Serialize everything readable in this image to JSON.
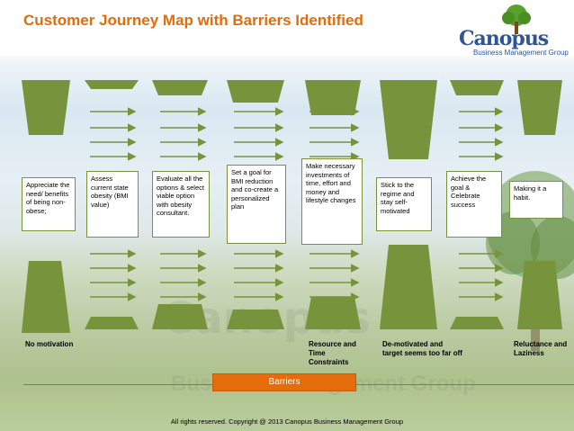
{
  "title": "Customer Journey Map with Barriers Identified",
  "logo": {
    "name": "Canopus",
    "subtitle": "Business Management Group"
  },
  "watermark": {
    "name": "Canopus",
    "subtitle": "Business Management Group"
  },
  "steps": [
    "Appreciate the need/ benefits of being non-obese;",
    "Assess current state obesity (BMI value)",
    "Evaluate all the options & select viable option with obesity consultant.",
    "Set a goal for BMI reduction and co-create a personalized plan",
    "Make necessary investments of time, effort and money and lifestyle changes",
    "Stick to the regime and stay self-motivated",
    "Achieve the goal & Celebrate success",
    "Making it a habit."
  ],
  "barrier_labels": [
    "No motivation",
    "Resource and Time Constraints",
    "De-motivated and target seems too far off",
    "Reluctance and Laziness"
  ],
  "barriers_button": "Barriers",
  "copyright": "All rights reserved. Copyright @ 2013 Canopus Business Management Group",
  "colors": {
    "title": "#e36c0a",
    "shape": "#77933c",
    "arrow": "#77933c",
    "barriers": "#e46c0a",
    "logo": "#2e5597"
  }
}
